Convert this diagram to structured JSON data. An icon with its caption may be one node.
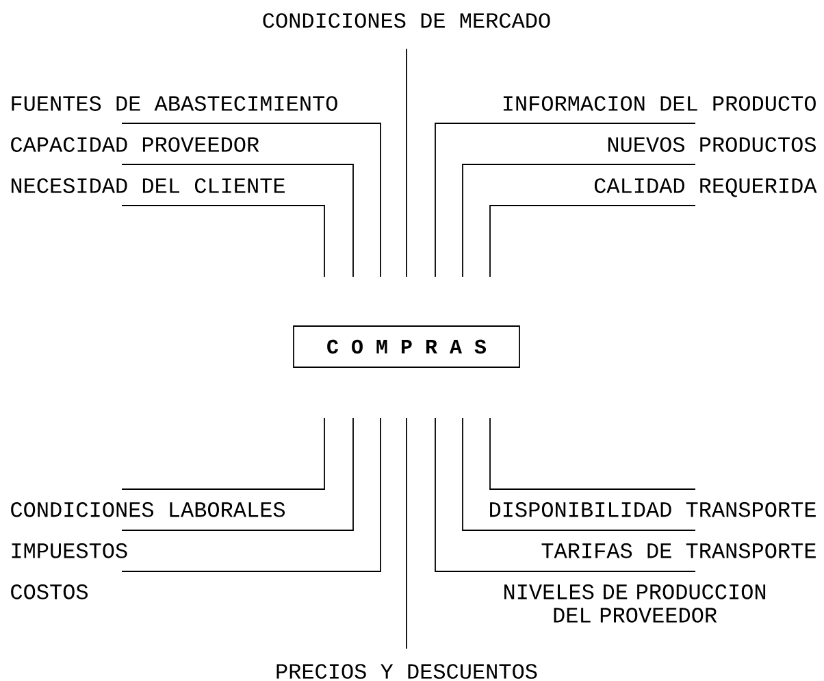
{
  "diagram": {
    "nodes": [
      {
        "text": [
          "CONDICIONES DE MERCADO"
        ]
      },
      {
        "text": [
          "FUENTES DE ABASTECIMIENTO"
        ]
      },
      {
        "text": [
          "INFORMACION DEL PRODUCTO"
        ]
      },
      {
        "text": [
          "CAPACIDAD PROVEEDOR"
        ]
      },
      {
        "text": [
          "NUEVOS PRODUCTOS"
        ]
      },
      {
        "text": [
          "NECESIDAD DEL CLIENTE"
        ]
      },
      {
        "text": [
          "CALIDAD REQUERIDA"
        ]
      },
      {
        "text": [
          "C O M P R A S"
        ]
      },
      {
        "text": [
          "CONDICIONES LABORALES"
        ]
      },
      {
        "text": [
          "DISPONIBILIDAD TRANSPORTE"
        ]
      },
      {
        "text": [
          "IMPUESTOS"
        ]
      },
      {
        "text": [
          "TARIFAS DE TRANSPORTE"
        ]
      },
      {
        "text": [
          "COSTOS"
        ]
      },
      {
        "text": [
          "NIVELES DE PRODUCCION DEL PROVEEDOR"
        ]
      },
      {
        "text": [
          "PRECIOS Y DESCUENTOS"
        ]
      }
    ],
    "edges": [
      {
        "from": 0,
        "to": null,
        "arrow": "none"
      },
      {
        "from": 1,
        "to": null,
        "arrow": "none"
      },
      {
        "from": 2,
        "to": null,
        "arrow": "none"
      },
      {
        "from": 3,
        "to": null,
        "arrow": "none"
      },
      {
        "from": 4,
        "to": null,
        "arrow": "none"
      },
      {
        "from": 5,
        "to": null,
        "arrow": "none"
      },
      {
        "from": 6,
        "to": null,
        "arrow": "none"
      },
      {
        "from": 8,
        "to": null,
        "arrow": "none"
      },
      {
        "from": 9,
        "to": null,
        "arrow": "none"
      },
      {
        "from": 10,
        "to": null,
        "arrow": "none"
      },
      {
        "from": 11,
        "to": null,
        "arrow": "none"
      },
      {
        "from": 12,
        "to": null,
        "arrow": "none"
      },
      {
        "from": 13,
        "to": null,
        "arrow": "none"
      },
      {
        "from": 14,
        "to": null,
        "arrow": "none"
      }
    ]
  }
}
